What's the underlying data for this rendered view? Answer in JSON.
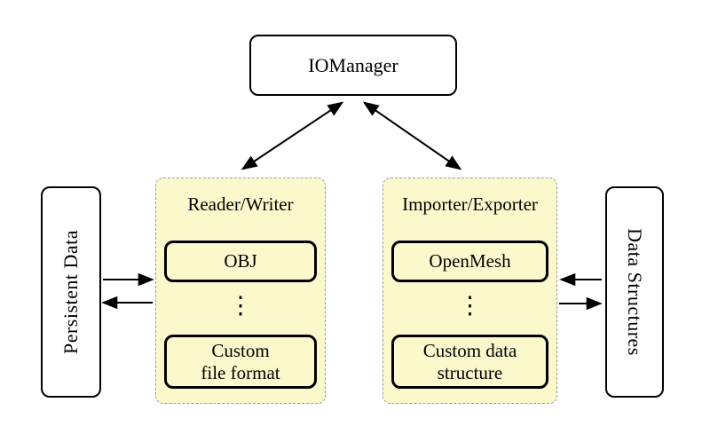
{
  "nodes": {
    "io_manager": {
      "label": "IOManager"
    },
    "persistent_data": {
      "label": "Persistent Data"
    },
    "data_structures": {
      "label": "Data Structures"
    }
  },
  "panels": {
    "reader_writer": {
      "title": "Reader/Writer",
      "top_item": "OBJ",
      "ellipsis": "⋮",
      "bottom_item_lines": [
        "Custom",
        "file format"
      ]
    },
    "importer_exporter": {
      "title": "Importer/Exporter",
      "top_item": "OpenMesh",
      "ellipsis": "⋮",
      "bottom_item_lines": [
        "Custom data",
        "structure"
      ]
    }
  },
  "connections": [
    {
      "from": "IOManager",
      "to": "Reader/Writer",
      "bidirectional": true
    },
    {
      "from": "IOManager",
      "to": "Importer/Exporter",
      "bidirectional": true
    },
    {
      "from": "Persistent Data",
      "to": "Reader/Writer",
      "bidirectional": false
    },
    {
      "from": "Reader/Writer",
      "to": "Persistent Data",
      "bidirectional": false
    },
    {
      "from": "Data Structures",
      "to": "Importer/Exporter",
      "bidirectional": false
    },
    {
      "from": "Importer/Exporter",
      "to": "Data Structures",
      "bidirectional": false
    }
  ],
  "colors": {
    "panel_fill": "#FBF8CC",
    "panel_dash_border": "#9B9B9B",
    "node_border": "#000000",
    "arrow": "#000000",
    "background": "#FFFFFF"
  }
}
